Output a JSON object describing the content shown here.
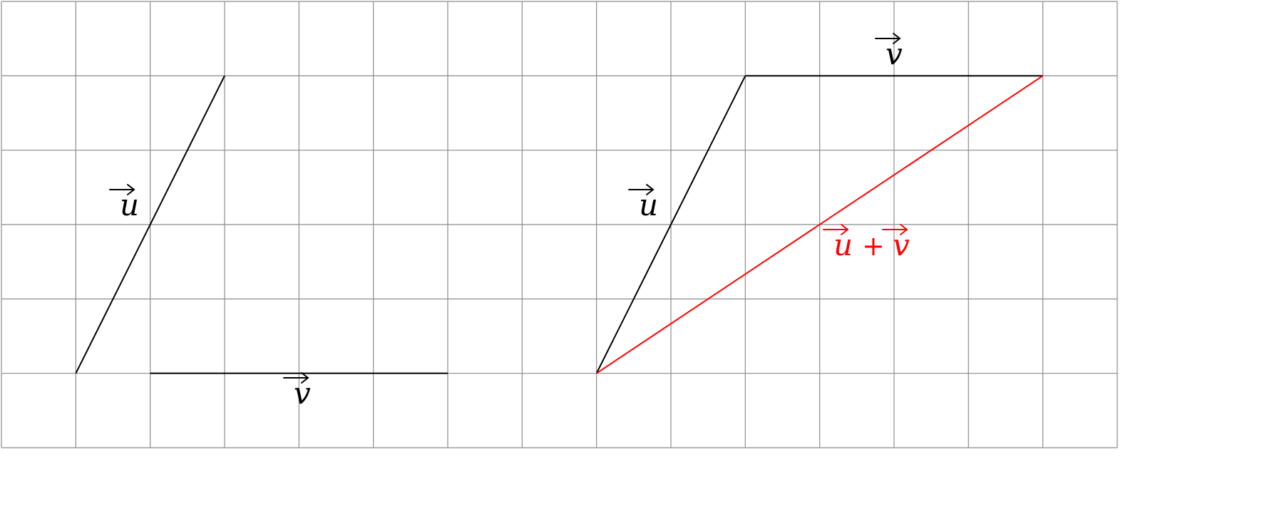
{
  "grid": {
    "cols": 15,
    "rows": 6
  },
  "colors": {
    "black": "#000000",
    "red": "#ff0000",
    "grid": "#8c8c8c"
  },
  "left_figure": {
    "u": {
      "from": [
        1,
        1
      ],
      "to": [
        3,
        5
      ],
      "label": "u"
    },
    "v": {
      "from": [
        2,
        1
      ],
      "to": [
        6,
        1
      ],
      "label": "v"
    }
  },
  "right_figure": {
    "u": {
      "from": [
        8,
        1
      ],
      "to": [
        10,
        5
      ],
      "label": "u"
    },
    "v": {
      "from": [
        10,
        5
      ],
      "to": [
        14,
        5
      ],
      "label": "v"
    },
    "sum": {
      "from": [
        8,
        1
      ],
      "to": [
        14,
        5
      ],
      "label_left": "u",
      "label_plus": "+",
      "label_right": "v"
    }
  }
}
